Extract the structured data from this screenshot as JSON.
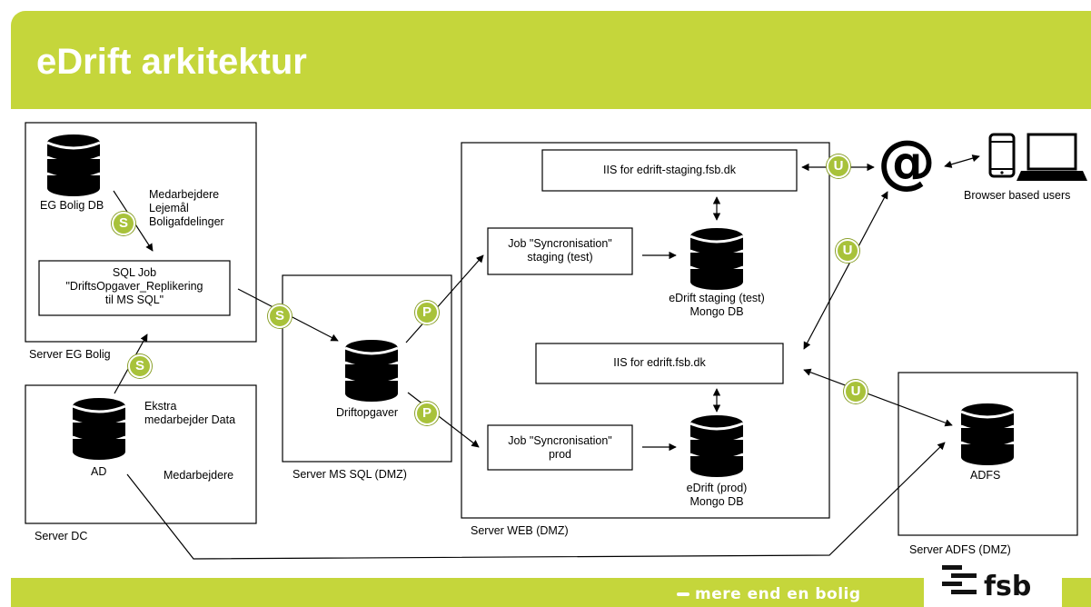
{
  "title": "eDrift arkitektur",
  "footer": {
    "tagline": "mere end en bolig",
    "logo_text": "fsb"
  },
  "servers": {
    "eg_bolig": "Server EG Bolig",
    "dc": "Server DC",
    "ms_sql": "Server MS SQL (DMZ)",
    "web": "Server WEB (DMZ)",
    "adfs": "Server ADFS (DMZ)"
  },
  "databases": {
    "eg_bolig_db": "EG Bolig DB",
    "ad": "AD",
    "driftopgaver": "Driftopgaver",
    "staging_db": [
      "eDrift staging (test)",
      "Mongo DB"
    ],
    "prod_db": [
      "eDrift (prod)",
      "Mongo DB"
    ],
    "adfs_db": "ADFS"
  },
  "boxes": {
    "sql_job": [
      "SQL Job",
      "\"DriftsOpgaver_Replikering",
      "til MS SQL\""
    ],
    "iis_staging": "IIS for edrift-staging.fsb.dk",
    "iis_prod": "IIS for edrift.fsb.dk",
    "job_staging": [
      "Job \"Syncronisation\"",
      "staging (test)"
    ],
    "job_prod": [
      "Job \"Syncronisation\"",
      "prod"
    ]
  },
  "notes": {
    "eg_data": [
      "Medarbejdere",
      "Lejemål",
      "Boligafdelinger"
    ],
    "ad_data": [
      "Ekstra",
      "medarbejder Data"
    ],
    "ad_medarbejdere": "Medarbejdere"
  },
  "badges": {
    "s": "S",
    "p": "P",
    "u": "U"
  },
  "users": {
    "email_symbol": "@",
    "label": "Browser based users"
  },
  "colors": {
    "brand_green": "#c5d63b",
    "badge_green": "#a8c23a"
  }
}
